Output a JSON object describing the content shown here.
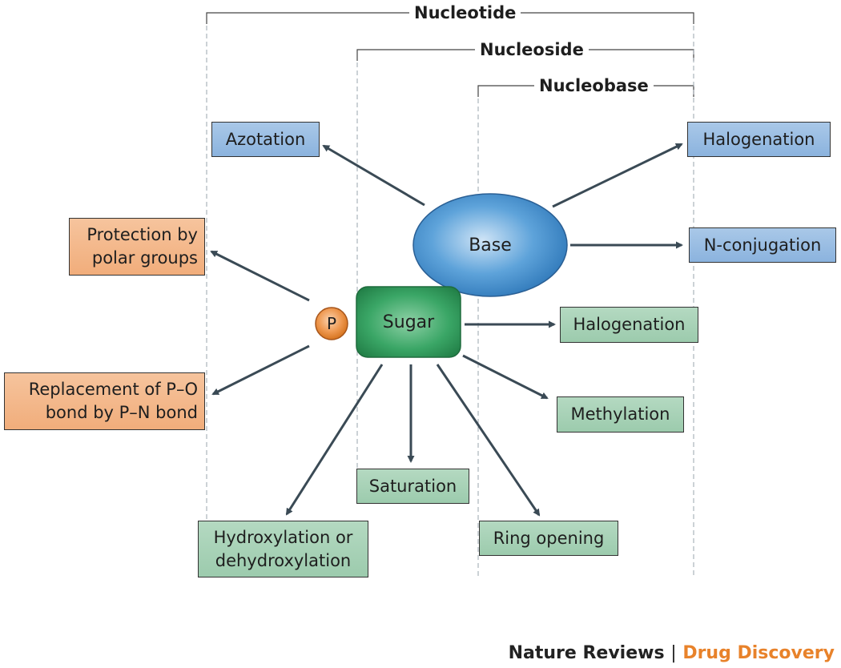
{
  "brackets": {
    "nucleotide": "Nucleotide",
    "nucleoside": "Nucleoside",
    "nucleobase": "Nucleobase"
  },
  "nodes": {
    "base": "Base",
    "sugar": "Sugar",
    "phosphate": "P"
  },
  "base_modifications": {
    "azotation": "Azotation",
    "halogenation": "Halogenation",
    "n_conjugation": "N-conjugation"
  },
  "phosphate_modifications": {
    "protection_line1": "Protection by",
    "protection_line2": "polar groups",
    "replacement_line1": "Replacement of P–O",
    "replacement_line2": "bond by P–N bond"
  },
  "sugar_modifications": {
    "halogenation": "Halogenation",
    "methylation": "Methylation",
    "saturation": "Saturation",
    "ring_opening": "Ring opening",
    "hydroxylation_line1": "Hydroxylation or",
    "hydroxylation_line2": "dehydroxylation"
  },
  "footer": {
    "publisher": "Nature Reviews",
    "separator": "|",
    "journal": "Drug Discovery"
  },
  "colors": {
    "base_blue": "#3b86c8",
    "sugar_green": "#2e9a5a",
    "phosphate_orange": "#e8822a",
    "arrow": "#3a4a55",
    "journal_orange": "#e8822a"
  }
}
